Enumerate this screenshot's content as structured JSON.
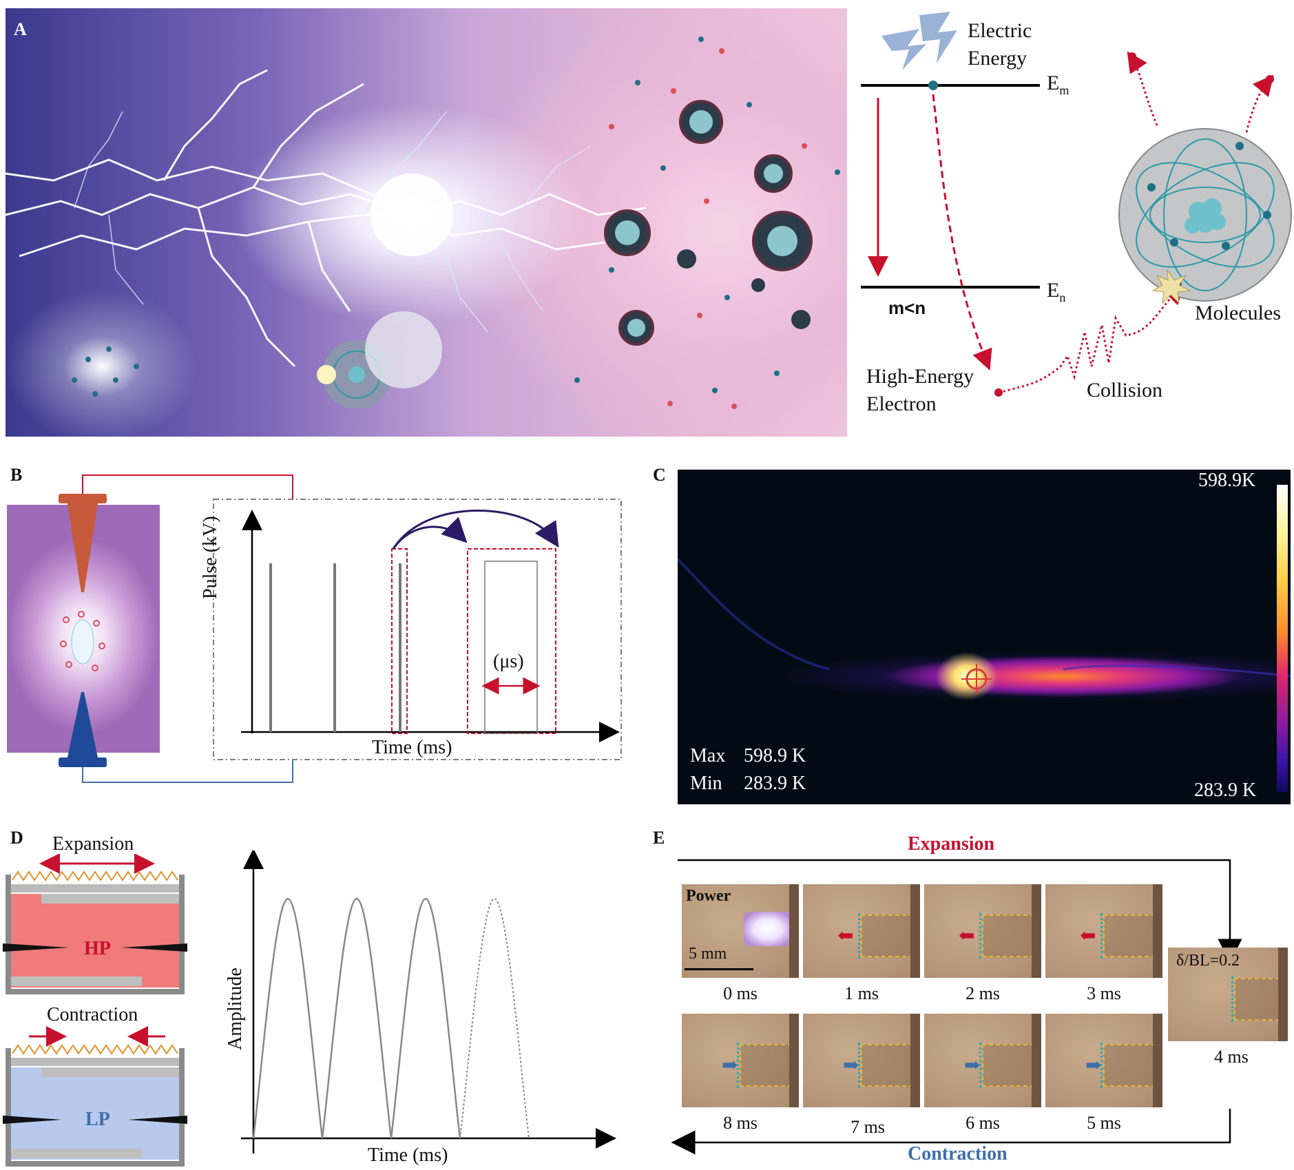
{
  "panels": {
    "a": "A",
    "b": "B",
    "c": "C",
    "d": "D",
    "e": "E"
  },
  "panelA": {
    "electric_energy_line1": "Electric",
    "electric_energy_line2": "Energy",
    "level_m": "E",
    "level_m_sub": "m",
    "level_n": "E",
    "level_n_sub": "n",
    "condition": "m<n",
    "electron_line1": "High-Energy",
    "electron_line2": "Electron",
    "collision": "Collision",
    "molecules": "Molecules"
  },
  "panelB": {
    "ylabel": "Pulse (kV)",
    "xlabel": "Time (ms)",
    "width_label": "(μs)"
  },
  "panelC": {
    "scale_max": "598.9K",
    "scale_min": "283.9 K",
    "max_label": "Max",
    "max_value": "598.9 K",
    "min_label": "Min",
    "min_value": "283.9 K"
  },
  "panelD": {
    "expansion": "Expansion",
    "contraction": "Contraction",
    "hp": "HP",
    "lp": "LP",
    "ylabel": "Amplitude",
    "xlabel": "Time (ms)"
  },
  "panelE": {
    "expansion": "Expansion",
    "contraction": "Contraction",
    "power": "Power",
    "scalebar": "5 mm",
    "ratio": "δ/BL=0.2",
    "times_top": [
      "0 ms",
      "1 ms",
      "2 ms",
      "3 ms"
    ],
    "time_right": "4 ms",
    "times_bottom": [
      "8 ms",
      "7 ms",
      "6 ms",
      "5 ms"
    ]
  },
  "colors": {
    "red": "#c8102e",
    "blue": "#3f6fa8",
    "hp_fill": "#f07b7b",
    "lp_fill": "#b9c9ee",
    "spring": "#e0922a"
  }
}
